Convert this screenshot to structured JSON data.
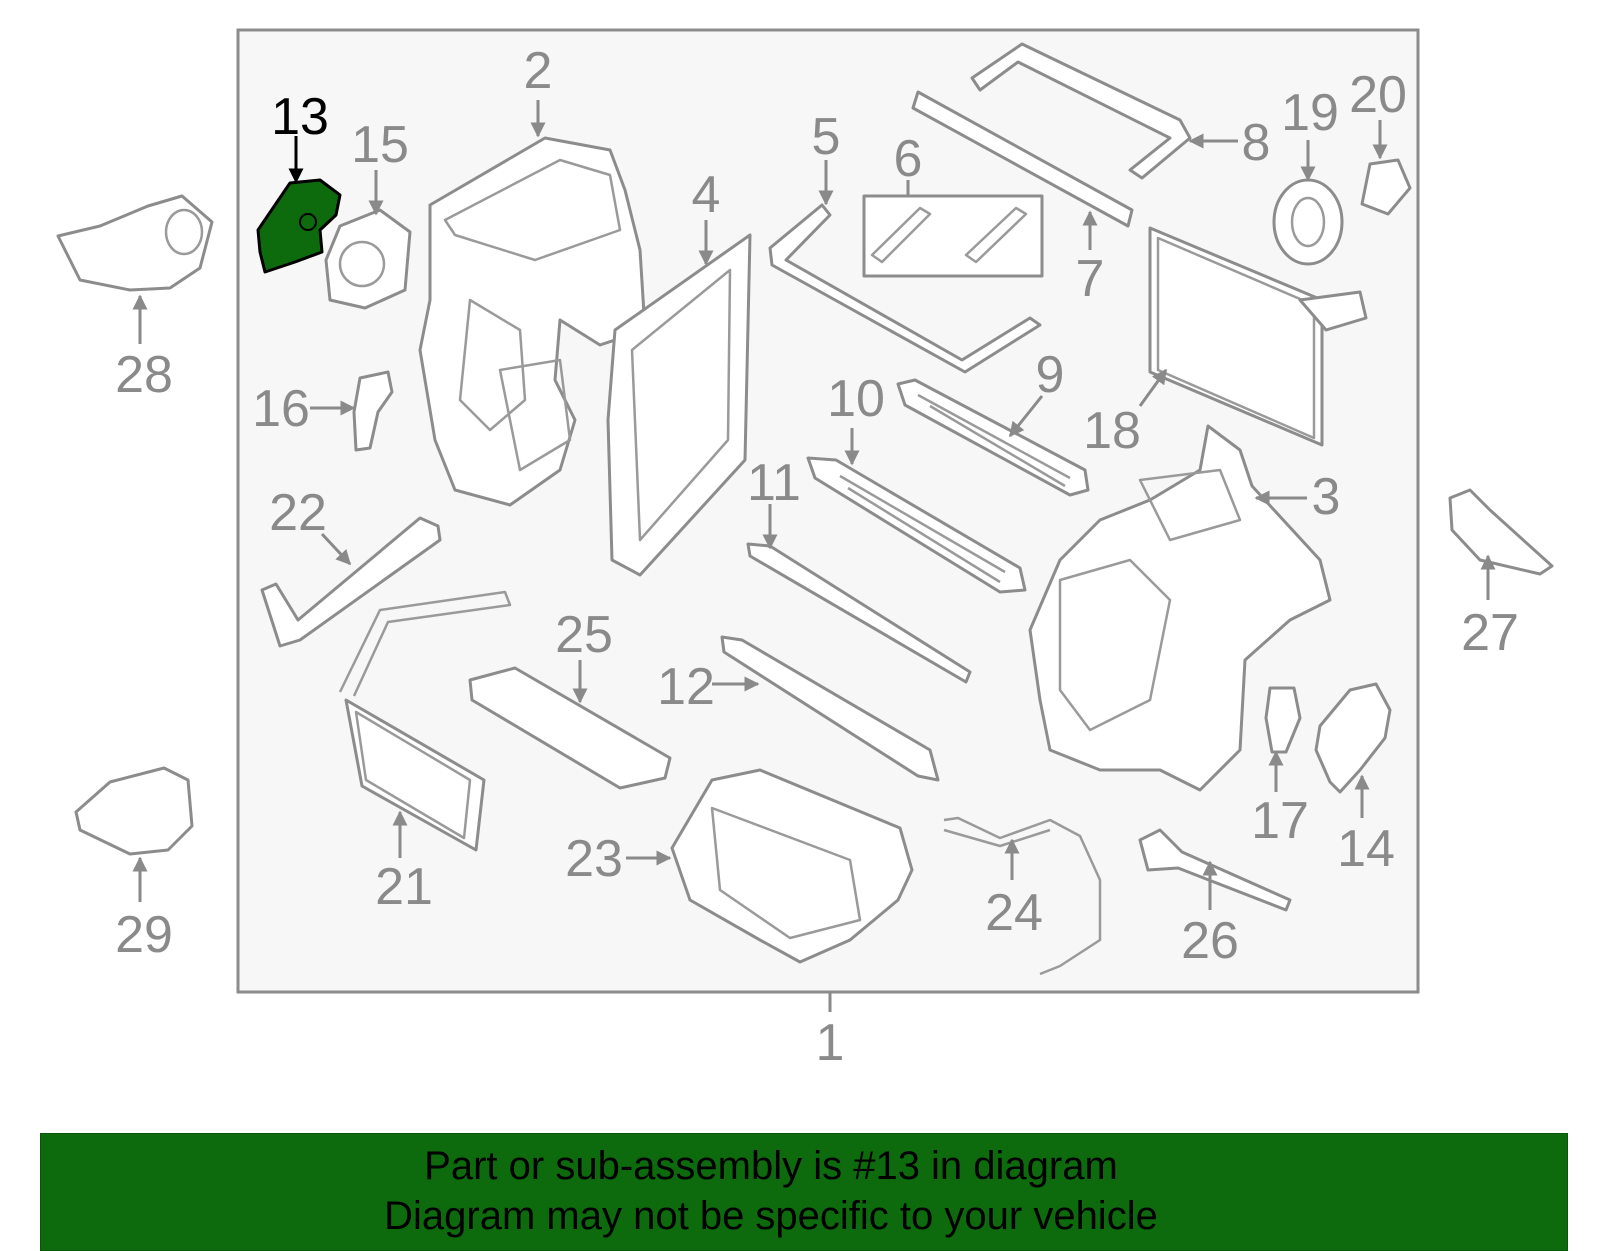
{
  "diagram": {
    "selected_callout": "13",
    "highlight_color": "#0d6b0d",
    "label_color": "#8a8a8a",
    "callouts": [
      "1",
      "2",
      "3",
      "4",
      "5",
      "6",
      "7",
      "8",
      "9",
      "10",
      "11",
      "12",
      "13",
      "14",
      "15",
      "16",
      "17",
      "18",
      "19",
      "20",
      "21",
      "22",
      "23",
      "24",
      "25",
      "26",
      "27",
      "28",
      "29"
    ]
  },
  "banner": {
    "line1": "Part or sub-assembly is #13 in diagram",
    "line2": "Diagram may not be specific to your vehicle"
  }
}
